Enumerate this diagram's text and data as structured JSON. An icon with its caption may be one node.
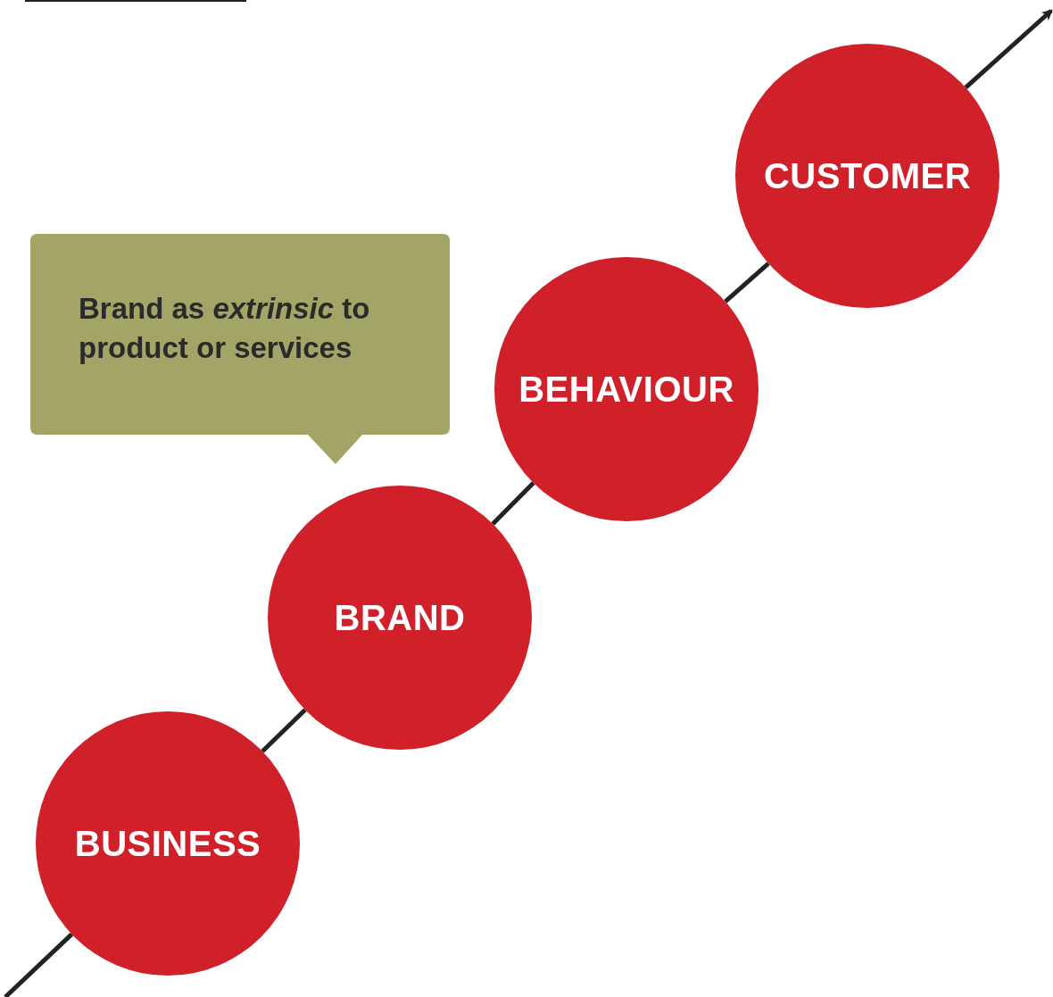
{
  "diagram": {
    "nodes": [
      {
        "text": [
          "Brand as *extrinsic* to product or services"
        ]
      },
      {
        "text": [
          "BUSINESS"
        ]
      },
      {
        "text": [
          "BRAND"
        ]
      },
      {
        "text": [
          "BEHAVIOUR"
        ]
      },
      {
        "text": [
          "CUSTOMER"
        ]
      }
    ],
    "edges": [
      {
        "from": null,
        "to": 1,
        "arrow": "none"
      },
      {
        "from": 1,
        "to": 2,
        "arrow": "none"
      },
      {
        "from": 2,
        "to": 3,
        "arrow": "none"
      },
      {
        "from": 3,
        "to": 4,
        "arrow": "none"
      },
      {
        "from": 4,
        "to": null,
        "arrow": "to"
      }
    ]
  }
}
